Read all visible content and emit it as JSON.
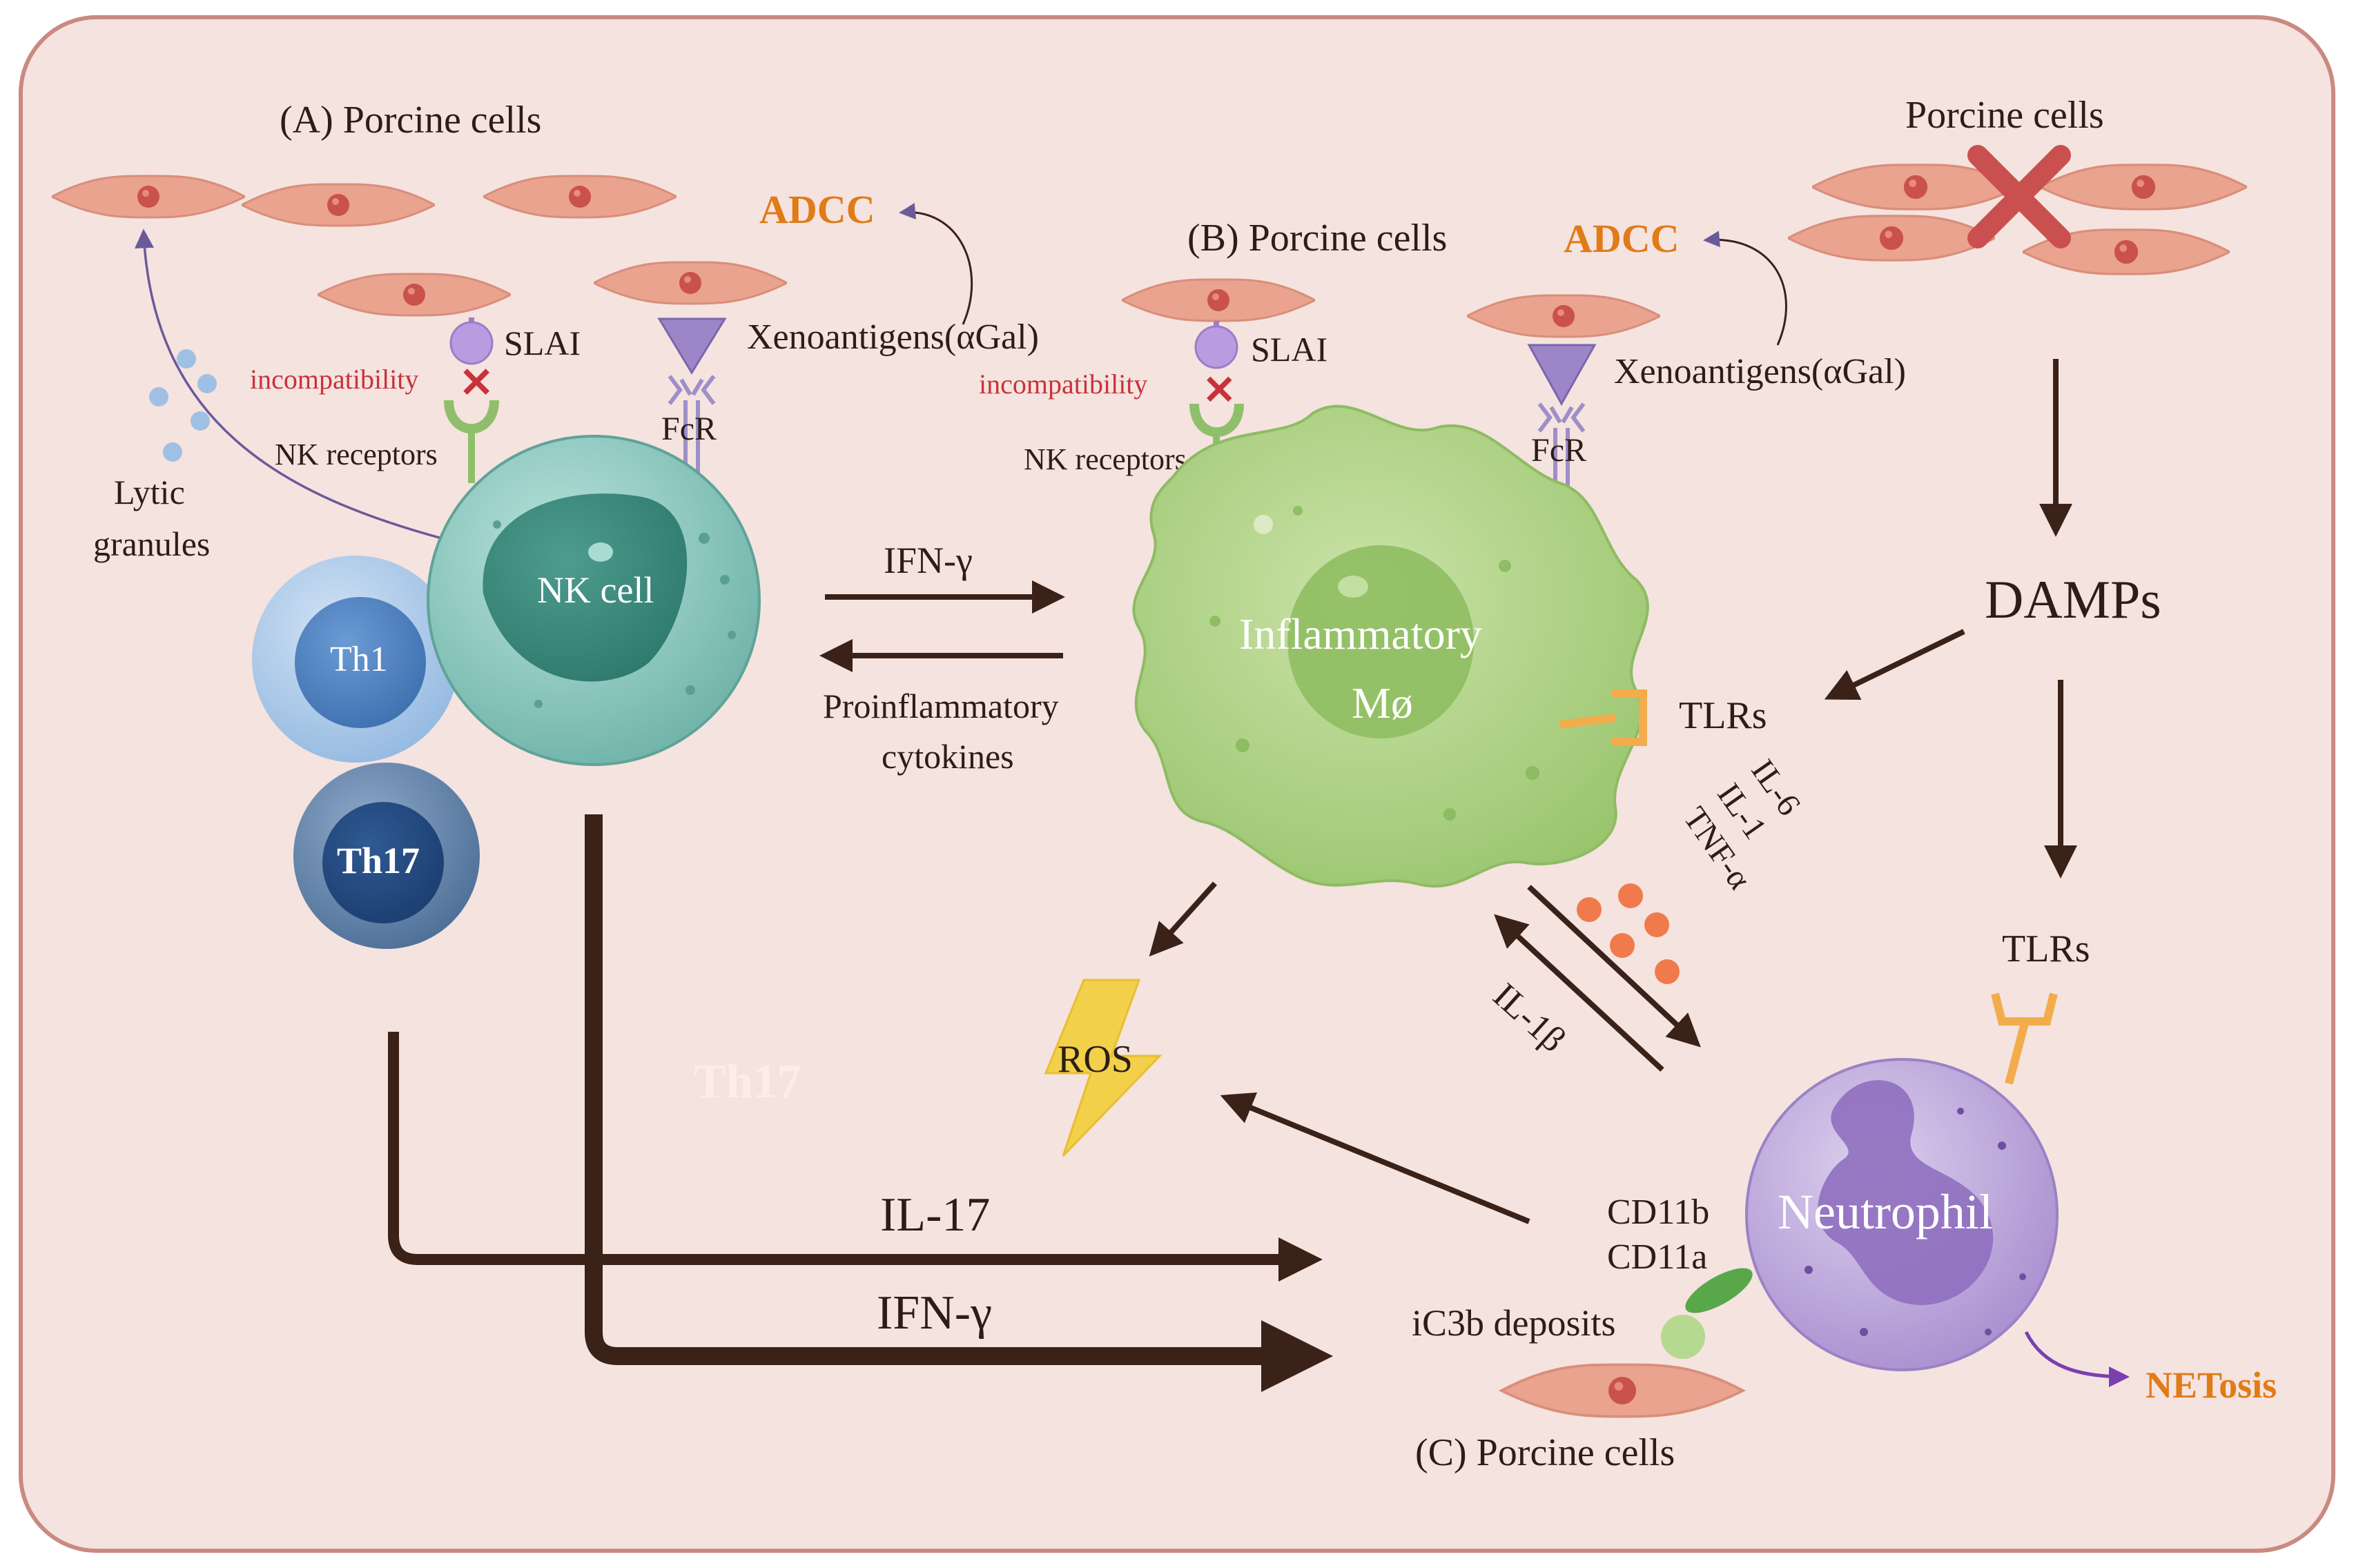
{
  "colors": {
    "background": "#f5e3df",
    "border": "#c98a82",
    "arrow": "#3a2218",
    "orange": "#e07b18",
    "incompat": "#c8323a",
    "porcine_cell": "#e9a38f",
    "nk_cell": "#8ec9bf",
    "macrophage": "#a9cf7f",
    "neutrophil": "#bfa9dc",
    "th1": "#8fb7e0",
    "th17": "#4d6f97",
    "ros": "#f3d04a",
    "netosis_arrow": "#7a3fb0"
  },
  "panel_a": {
    "title": "(A)  Porcine cells",
    "adcc": "ADCC",
    "slai": "SLAI",
    "xenoantigens": "Xenoantigens(αGal)",
    "incompatibility": "incompatibility",
    "fcr": "FcR",
    "nk_receptors": "NK receptors",
    "lytic_line1": "Lytic",
    "lytic_line2": "granules",
    "nk_cell": "NK cell",
    "th1": "Th1",
    "th17": "Th17"
  },
  "panel_b": {
    "title": "(B)  Porcine cells",
    "adcc": "ADCC",
    "slai": "SLAI",
    "xenoantigens": "Xenoantigens(αGal)",
    "incompatibility": "incompatibility",
    "fcr": "FcR",
    "nk_receptors": "NK receptors",
    "macrophage_line1": "Inflammatory",
    "macrophage_line2": "Mø",
    "tlrs": "TLRs"
  },
  "exchange": {
    "ifn_gamma": "IFN-γ",
    "proinflam_line1": "Proinflammatory",
    "proinflam_line2": "cytokines"
  },
  "right_pathway": {
    "porcine_cells": "Porcine cells",
    "damps": "DAMPs",
    "tlrs": "TLRs",
    "il6": "IL-6",
    "il1": "IL-1",
    "tnfa": "TNF-α",
    "il1b": "IL-1β"
  },
  "panel_c": {
    "ros": "ROS",
    "watermark": "Th17",
    "il17": "IL-17",
    "ifn_gamma": "IFN-γ",
    "cd11b": "CD11b",
    "cd11a": "CD11a",
    "ic3b": "iC3b deposits",
    "neutrophil": "Neutrophil",
    "netosis": "NETosis",
    "title": "(C)  Porcine cells"
  }
}
